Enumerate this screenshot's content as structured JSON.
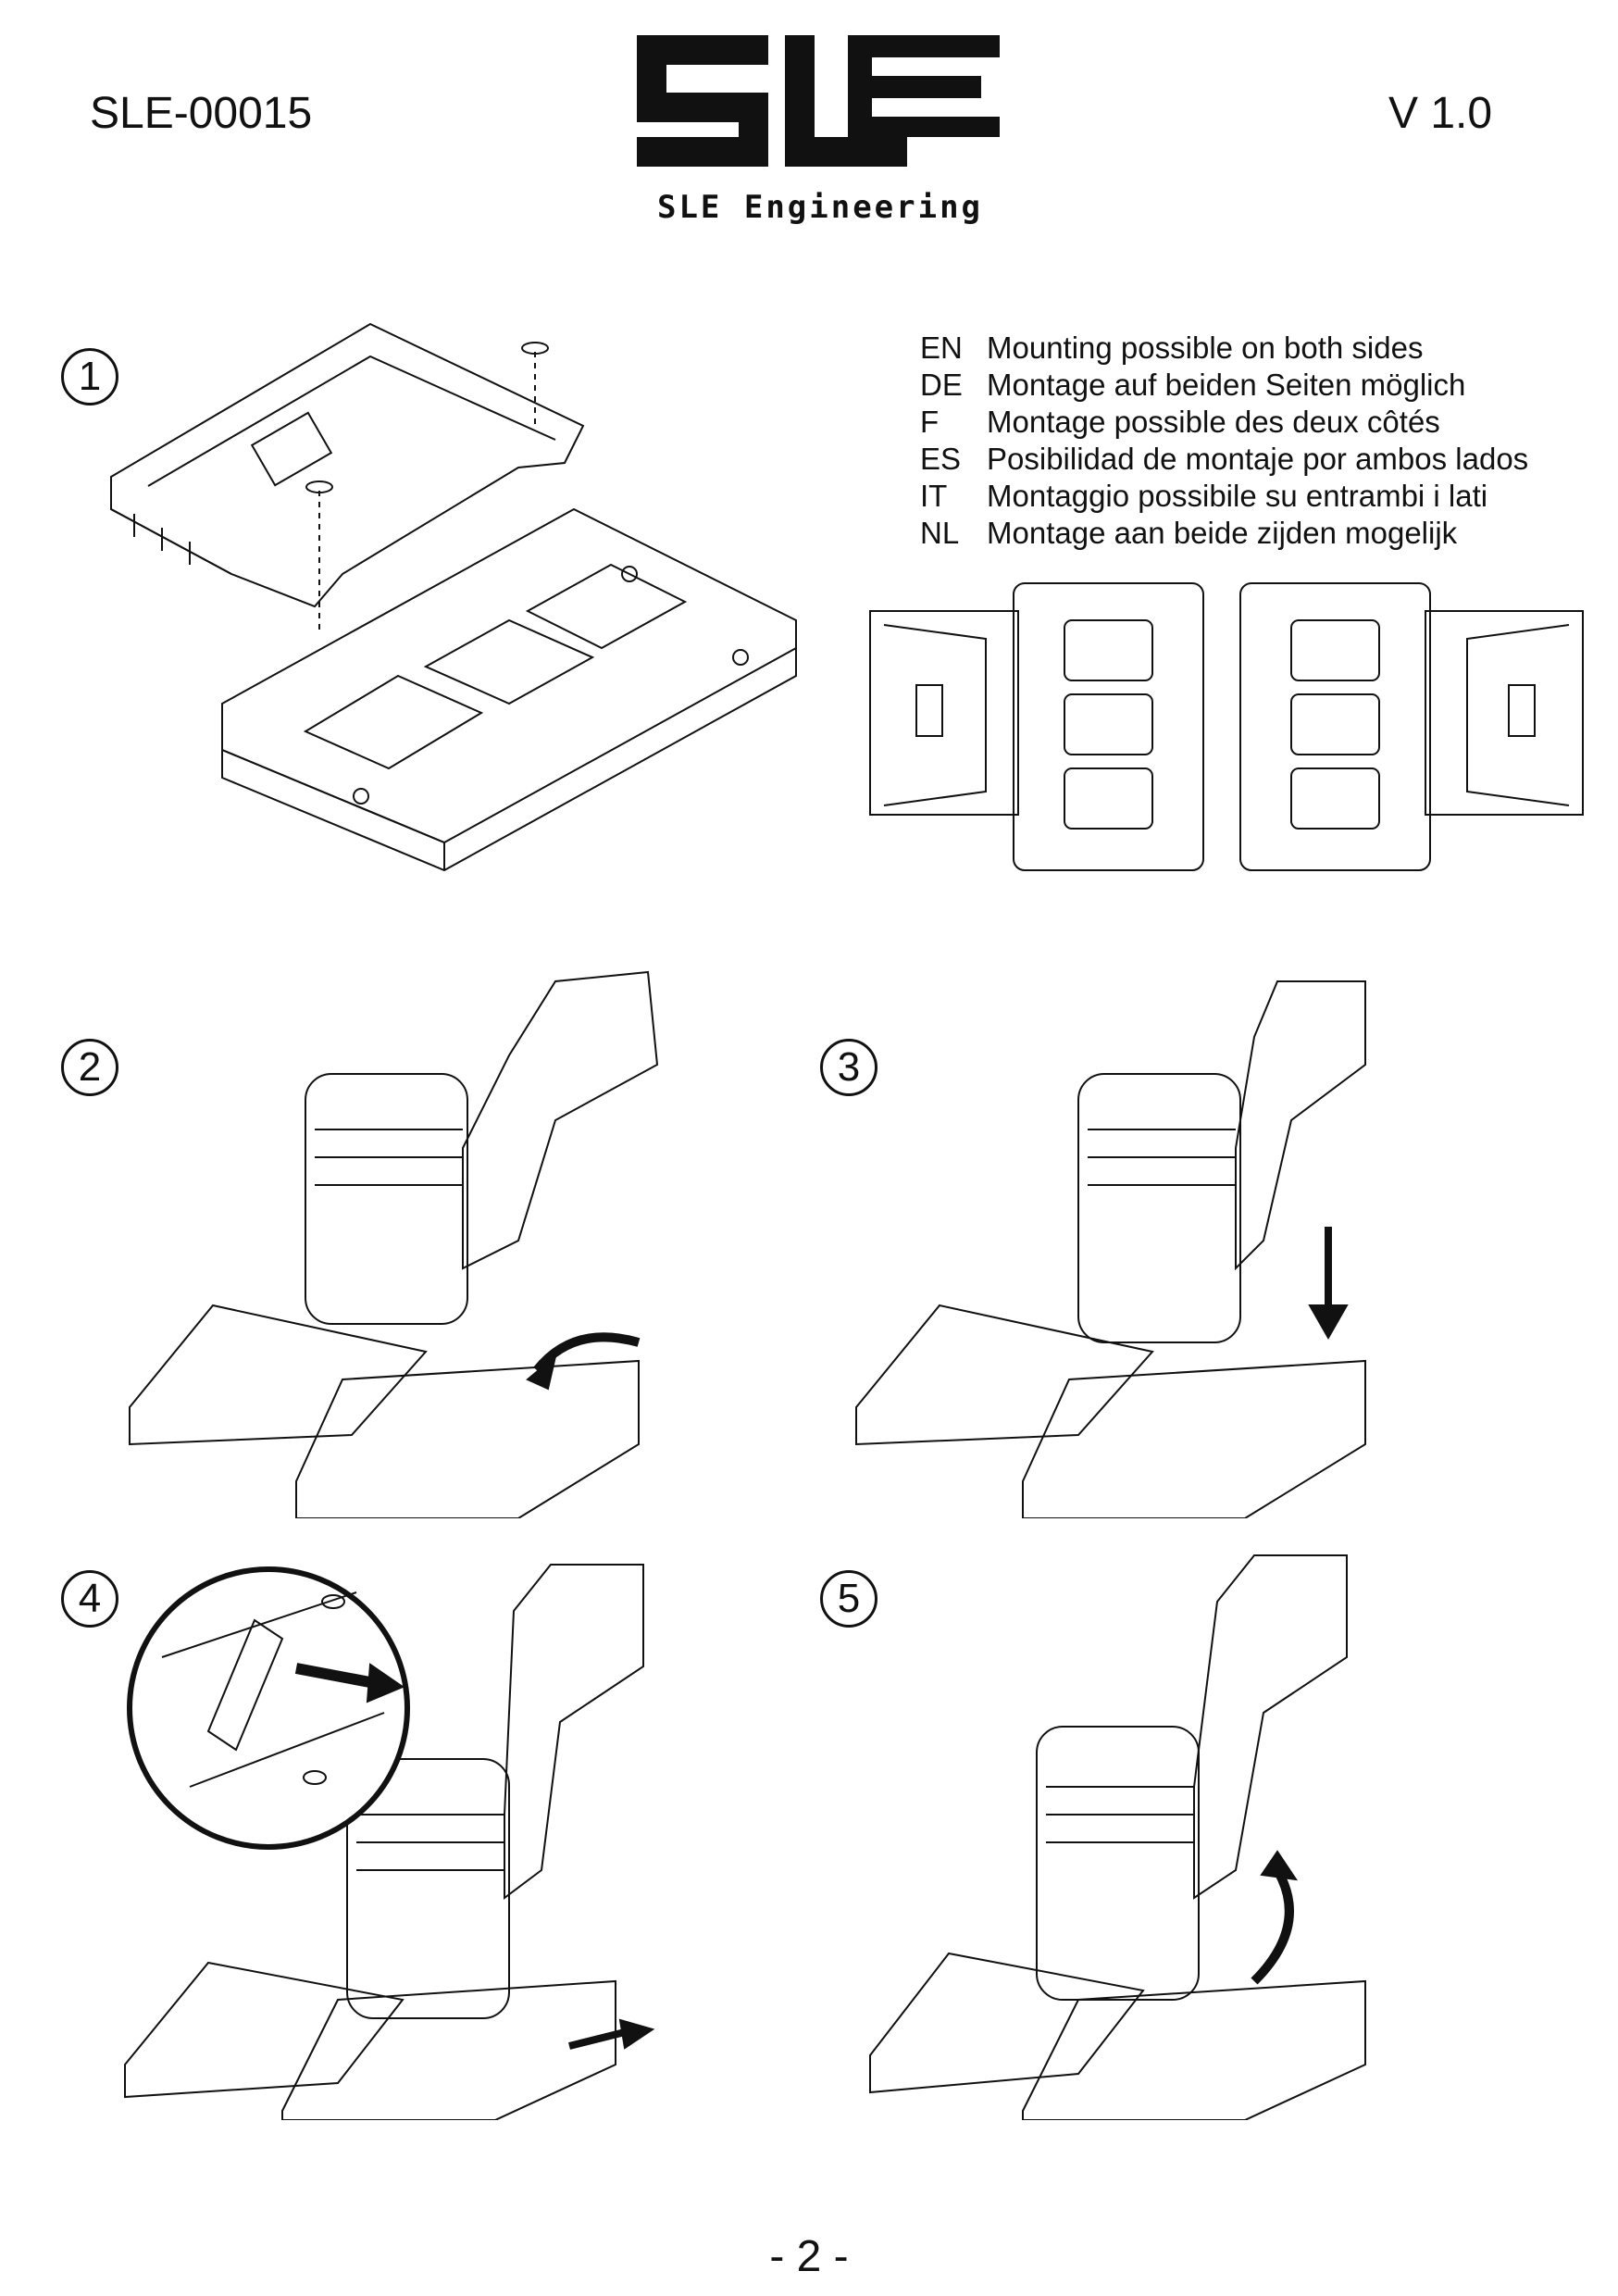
{
  "header": {
    "document_id": "SLE-00015",
    "version": "V 1.0",
    "logo_text": "SLE Engineering"
  },
  "steps": [
    {
      "number": "1"
    },
    {
      "number": "2"
    },
    {
      "number": "3"
    },
    {
      "number": "4"
    },
    {
      "number": "5"
    }
  ],
  "mounting_note": [
    {
      "code": "EN",
      "text": "Mounting possible on both sides"
    },
    {
      "code": "DE",
      "text": "Montage auf beiden Seiten möglich"
    },
    {
      "code": "F",
      "text": "Montage possible des deux côtés"
    },
    {
      "code": "ES",
      "text": "Posibilidad de montaje por ambos lados"
    },
    {
      "code": "IT",
      "text": "Montaggio possibile su entrambi i lati"
    },
    {
      "code": "NL",
      "text": "Montage aan beide zijden mogelijk"
    }
  ],
  "footer": {
    "page_number": "- 2 -"
  },
  "colors": {
    "ink": "#111111",
    "paper": "#ffffff"
  }
}
